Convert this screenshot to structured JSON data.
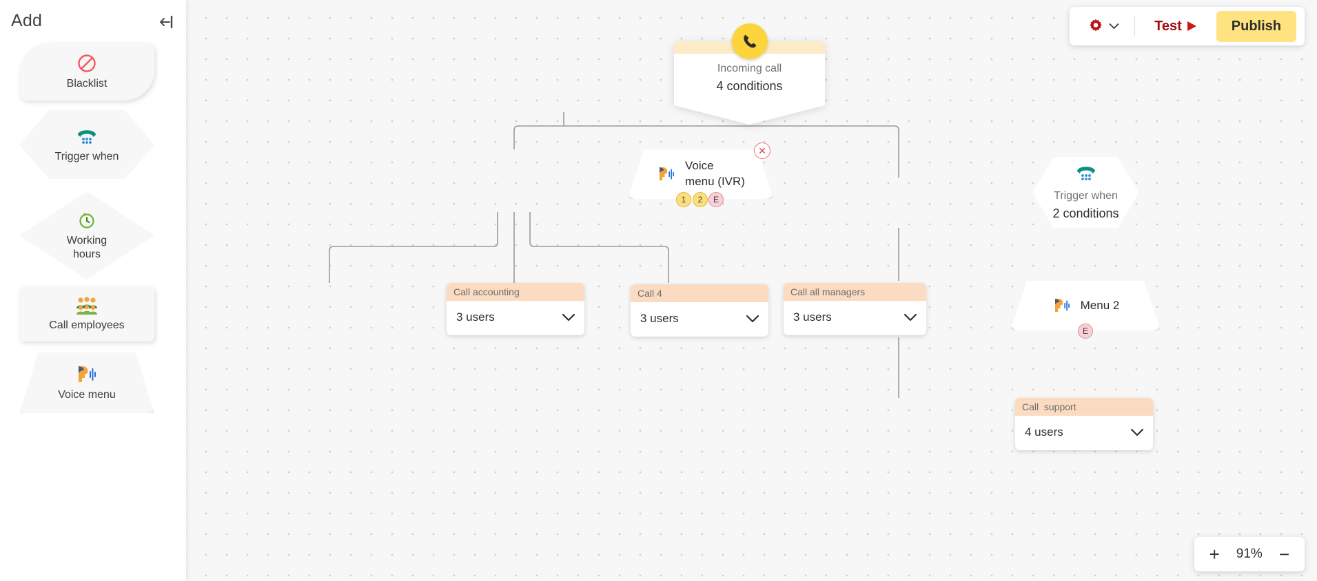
{
  "sidebar": {
    "title": "Add",
    "collapse_icon": "collapse-left-icon",
    "items": [
      {
        "label": "Blacklist",
        "icon": "no-entry-icon",
        "shape": "blacklist"
      },
      {
        "label": "Trigger when",
        "icon": "telephone-icon",
        "shape": "hexagon"
      },
      {
        "label": "Working\nhours",
        "icon": "clock-restore-icon",
        "shape": "diamond"
      },
      {
        "label": "Call employees",
        "icon": "people-group-icon",
        "shape": "rectangle"
      },
      {
        "label": "Voice menu",
        "icon": "speaking-head-icon",
        "shape": "trapezoid"
      }
    ]
  },
  "toolbar": {
    "gear_icon": "gear-icon",
    "gear_chevron": "chevron-down-icon",
    "test_label": "Test",
    "test_icon": "play-icon",
    "publish_label": "Publish",
    "publish_bg": "#ffe380",
    "test_color": "#a30d0d",
    "gear_color": "#b91313"
  },
  "zoom_control": {
    "plus": "+",
    "level": "91%",
    "minus": "−"
  },
  "flow": {
    "incoming_call": {
      "badge_icon": "phone-handset-icon",
      "badge_color": "#fcd43c",
      "header_color": "#fdebc8",
      "subtitle": "Incoming call",
      "title": "4 conditions"
    },
    "voice_menu_ivr": {
      "icon": "speaking-head-icon",
      "label": "Voice\nmenu (IVR)",
      "close_icon": "close-circle-icon",
      "ports": [
        {
          "label": "1",
          "type": "yellow"
        },
        {
          "label": "2",
          "type": "yellow"
        },
        {
          "label": "E",
          "type": "pink"
        }
      ]
    },
    "trigger_when": {
      "icon": "telephone-icon",
      "subtitle": "Trigger when",
      "title": "2 conditions"
    },
    "menu_2": {
      "icon": "speaking-head-icon",
      "label": "Menu 2",
      "ports": [
        {
          "label": "E",
          "type": "pink"
        }
      ]
    },
    "cards": [
      {
        "id": "accounting",
        "header": "Call accounting",
        "value": "3 users",
        "chevron": "chevron-down-icon"
      },
      {
        "id": "call4",
        "header": "Call 4",
        "value": "3 users",
        "chevron": "chevron-down-icon"
      },
      {
        "id": "managers",
        "header": "Call all managers",
        "value": "3 users",
        "chevron": "chevron-down-icon"
      },
      {
        "id": "support",
        "header": "Call  support",
        "value": "4 users",
        "chevron": "chevron-down-icon"
      }
    ]
  }
}
